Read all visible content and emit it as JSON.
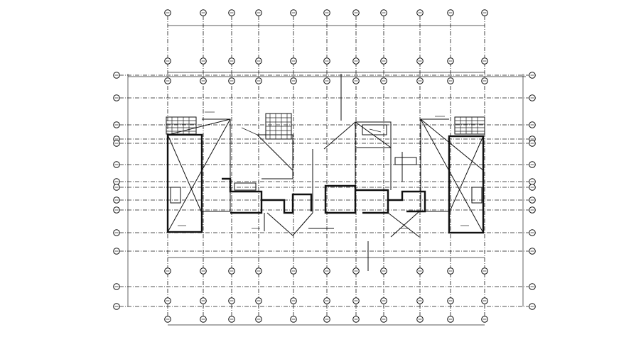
{
  "drawing": {
    "type": "structural-floor-plan",
    "vertical_grid_count": 11,
    "horizontal_grid_count": 12,
    "line_color": "#111111",
    "background_color": "#ffffff"
  }
}
